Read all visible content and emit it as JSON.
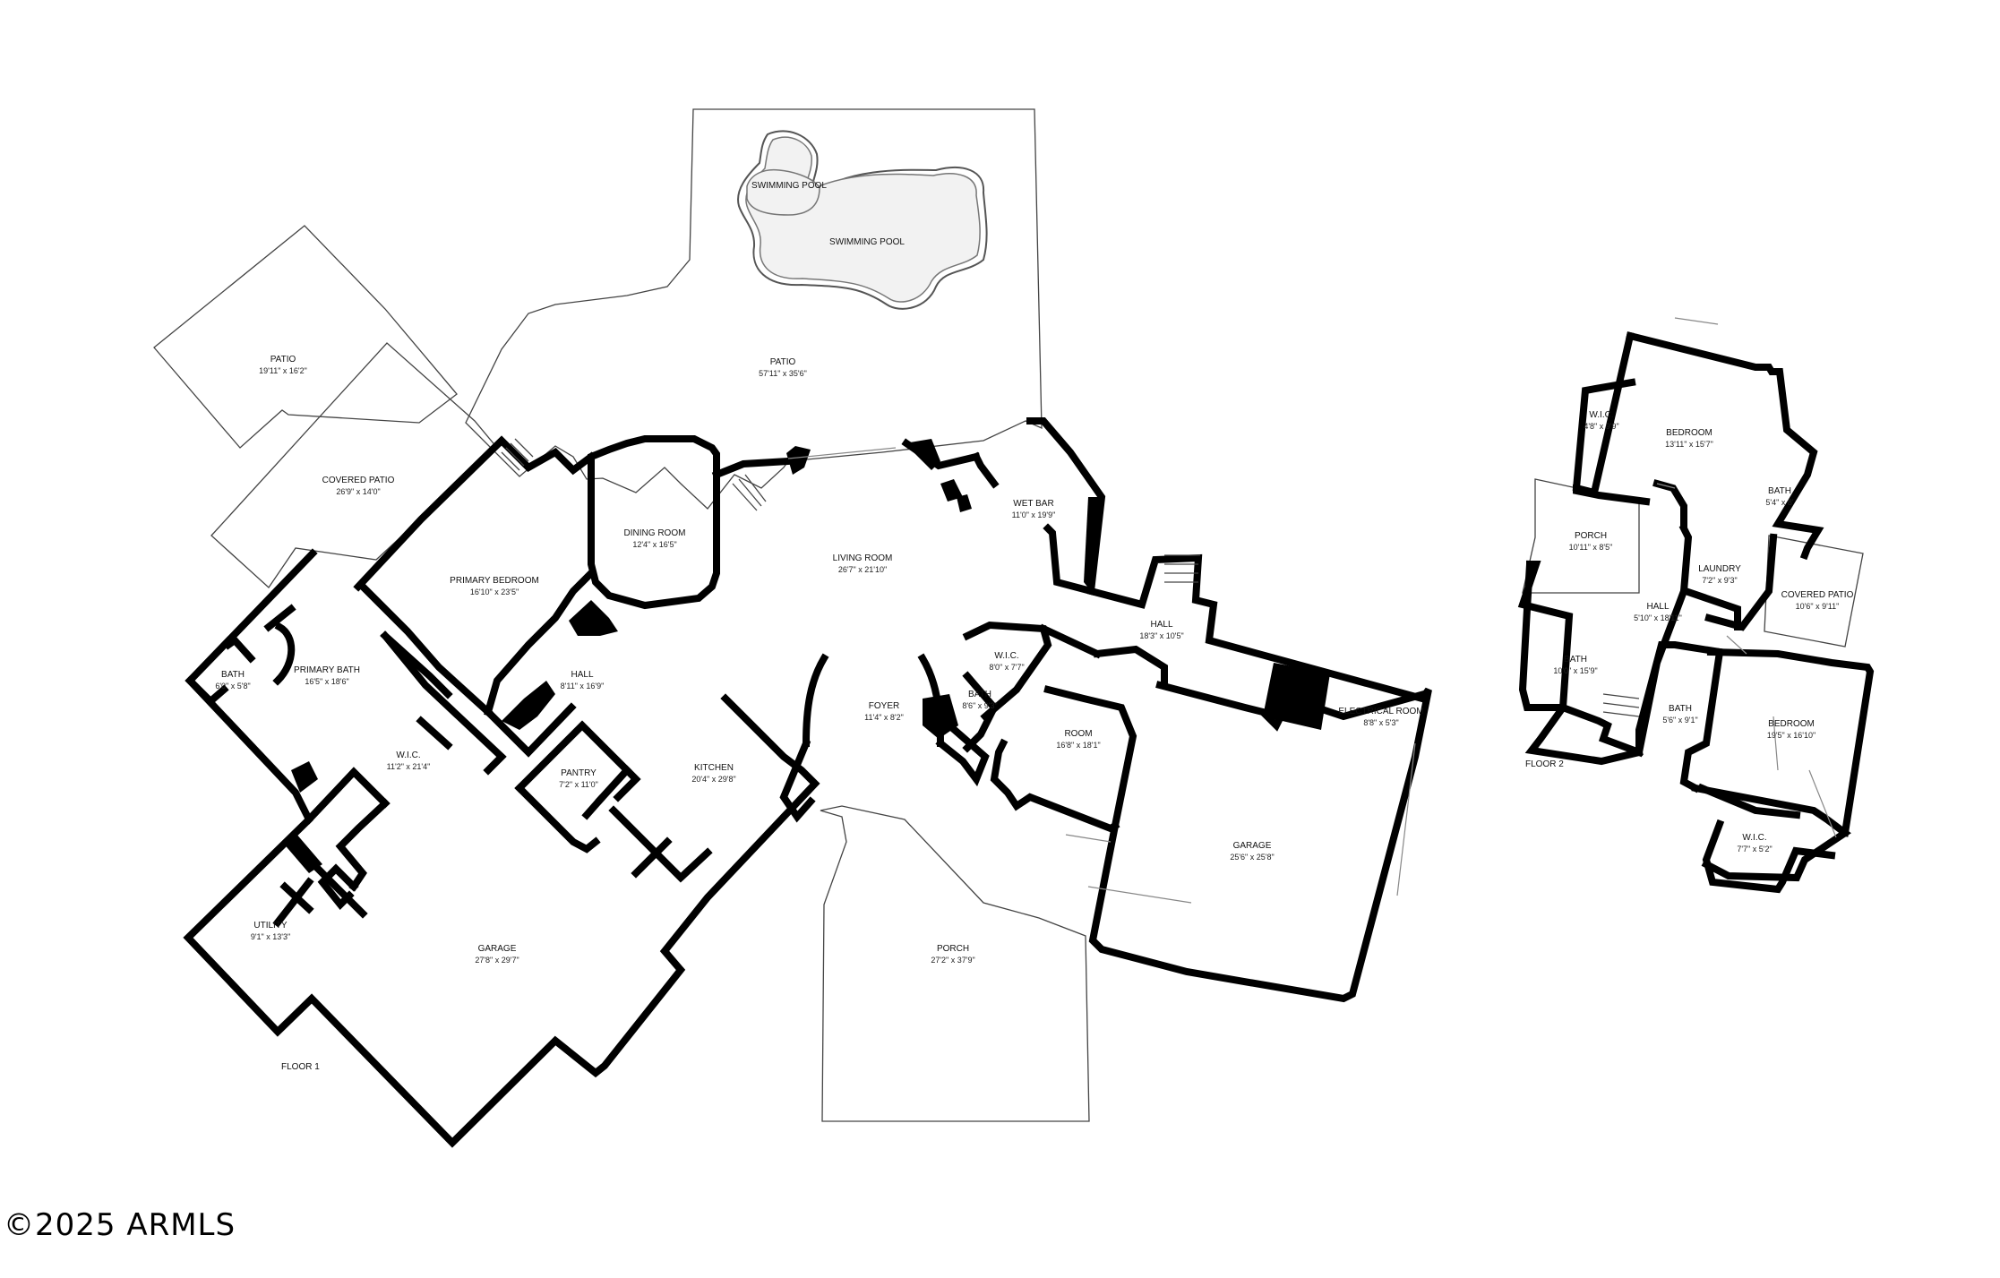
{
  "floors": [
    {
      "label": "FLOOR 1"
    },
    {
      "label": "FLOOR 2"
    }
  ],
  "rooms": [
    {
      "name": "SWIMMING POOL",
      "dim": ""
    },
    {
      "name": "SWIMMING POOL",
      "dim": ""
    },
    {
      "name": "PATIO",
      "dim": "57'11\" x 35'6\""
    },
    {
      "name": "PATIO",
      "dim": "19'11\" x 16'2\""
    },
    {
      "name": "COVERED PATIO",
      "dim": "26'9\" x 14'0\""
    },
    {
      "name": "DINING ROOM",
      "dim": "12'4\" x 16'5\""
    },
    {
      "name": "LIVING ROOM",
      "dim": "26'7\" x 21'10\""
    },
    {
      "name": "WET BAR",
      "dim": "11'0\" x 19'9\""
    },
    {
      "name": "PRIMARY BEDROOM",
      "dim": "16'10\" x 23'5\""
    },
    {
      "name": "HALL",
      "dim": "8'11\" x 16'9\""
    },
    {
      "name": "PRIMARY BATH",
      "dim": "16'5\" x 18'6\""
    },
    {
      "name": "BATH",
      "dim": "6'0\" x 5'8\""
    },
    {
      "name": "W.I.C.",
      "dim": "11'2\" x 21'4\""
    },
    {
      "name": "PANTRY",
      "dim": "7'2\" x 11'0\""
    },
    {
      "name": "KITCHEN",
      "dim": "20'4\" x 29'8\""
    },
    {
      "name": "FOYER",
      "dim": "11'4\" x 8'2\""
    },
    {
      "name": "W.I.C.",
      "dim": "8'0\" x 7'7\""
    },
    {
      "name": "BATH",
      "dim": "8'6\" x 9'3\""
    },
    {
      "name": "ROOM",
      "dim": "16'8\" x 18'1\""
    },
    {
      "name": "HALL",
      "dim": "18'3\" x 10'5\""
    },
    {
      "name": "ELECTRICAL ROOM",
      "dim": "8'8\" x 5'3\""
    },
    {
      "name": "GARAGE",
      "dim": "25'6\" x 25'8\""
    },
    {
      "name": "UTILITY",
      "dim": "9'1\" x 13'3\""
    },
    {
      "name": "GARAGE",
      "dim": "27'8\" x 29'7\""
    },
    {
      "name": "PORCH",
      "dim": "27'2\" x 37'9\""
    },
    {
      "name": "W.I.C.",
      "dim": "4'8\" x 9'9\""
    },
    {
      "name": "BEDROOM",
      "dim": "13'11\" x 15'7\""
    },
    {
      "name": "BATH",
      "dim": "5'4\" x 8'"
    },
    {
      "name": "PORCH",
      "dim": "10'11\" x 8'5\""
    },
    {
      "name": "LAUNDRY",
      "dim": "7'2\" x 9'3\""
    },
    {
      "name": "COVERED PATIO",
      "dim": "10'6\" x 9'11\""
    },
    {
      "name": "HALL",
      "dim": "5'10\" x 18'11\""
    },
    {
      "name": "BATH",
      "dim": "10'0\" x 15'9\""
    },
    {
      "name": "BATH",
      "dim": "5'6\" x 9'1\""
    },
    {
      "name": "BEDROOM",
      "dim": "19'5\" x 16'10\""
    },
    {
      "name": "W.I.C.",
      "dim": "7'7\" x 5'2\""
    }
  ],
  "copyright": "©2025 ARMLS"
}
